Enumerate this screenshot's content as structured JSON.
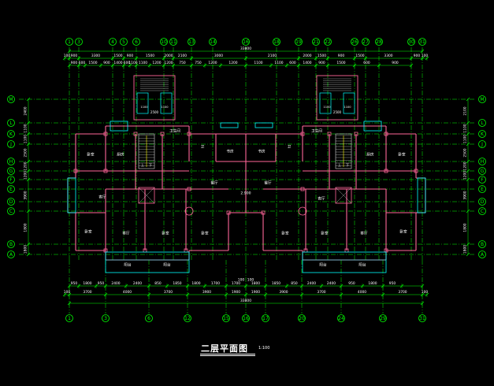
{
  "title": "二层平面图",
  "scale": "1:100",
  "colors": {
    "background": "#000000",
    "axis": "#00ff00",
    "wall": "#ff6699",
    "window": "#00ffff",
    "dim": "#ffffff",
    "text": "#ffffff",
    "stair": "#ffff00"
  },
  "axes_top": [
    "1",
    "3",
    "4",
    "5",
    "6",
    "10",
    "11",
    "13",
    "14",
    "16",
    "18",
    "19",
    "21",
    "22",
    "26",
    "27",
    "28",
    "30",
    "31"
  ],
  "axes_bottom": [
    "1",
    "3",
    "6",
    "12",
    "15",
    "16",
    "17",
    "20",
    "24",
    "29",
    "31"
  ],
  "axes_left": [
    "M",
    "L",
    "K",
    "J",
    "H",
    "G",
    "F",
    "E",
    "D",
    "C",
    "B",
    "A"
  ],
  "axes_right": [
    "M",
    "L",
    "K",
    "J",
    "H",
    "G",
    "F",
    "E",
    "D",
    "C",
    "B",
    "A"
  ],
  "top_dims_row1": [
    "100",
    "900",
    "3300",
    "1500",
    "900",
    "1500",
    "2000",
    "2100",
    "3000",
    "2100",
    "2000",
    "1500",
    "900",
    "1500",
    "3300",
    "900",
    "100"
  ],
  "top_total": "33800",
  "top_dims_row2": [
    "900",
    "600",
    "1500",
    "900",
    "1400",
    "600",
    "1100",
    "1100",
    "1200",
    "1200",
    "750",
    "750",
    "1200",
    "1200",
    "1100",
    "1100",
    "600",
    "1400",
    "900",
    "1500",
    "600",
    "900"
  ],
  "stair_dims": [
    "2500",
    "2500"
  ],
  "stair_dims2": [
    "1100",
    "1100",
    "1100",
    "1100"
  ],
  "bottom_dims_row1": [
    "950",
    "1800",
    "950",
    "2400",
    "2400",
    "850",
    "1850",
    "1800",
    "1700",
    "1700",
    "1800",
    "1850",
    "850",
    "2400",
    "2400",
    "950",
    "1800",
    "950"
  ],
  "bottom_center": [
    "100",
    "100"
  ],
  "bottom_dims_row2": [
    "100",
    "3700",
    "4000",
    "3700",
    "3900",
    "1900",
    "1900",
    "3900",
    "3700",
    "4000",
    "3700",
    "100"
  ],
  "bottom_total": "33800",
  "left_dims": [
    "2400",
    "1100",
    "1100",
    "2500",
    "1200",
    "1200",
    "3900",
    "1800",
    "1800"
  ],
  "right_dims": [
    "2100",
    "1100",
    "1100",
    "2500",
    "1200",
    "1200",
    "3900",
    "1800",
    "1800"
  ],
  "room_labels": {
    "bedroom": "卧室",
    "kitchen": "厨房",
    "dining": "餐厅",
    "living": "客厅",
    "bath": "卫生间",
    "toilet": "卫",
    "balcony": "阳台",
    "study": "书房",
    "up": "上",
    "down": "下",
    "elevation": "2.900"
  }
}
